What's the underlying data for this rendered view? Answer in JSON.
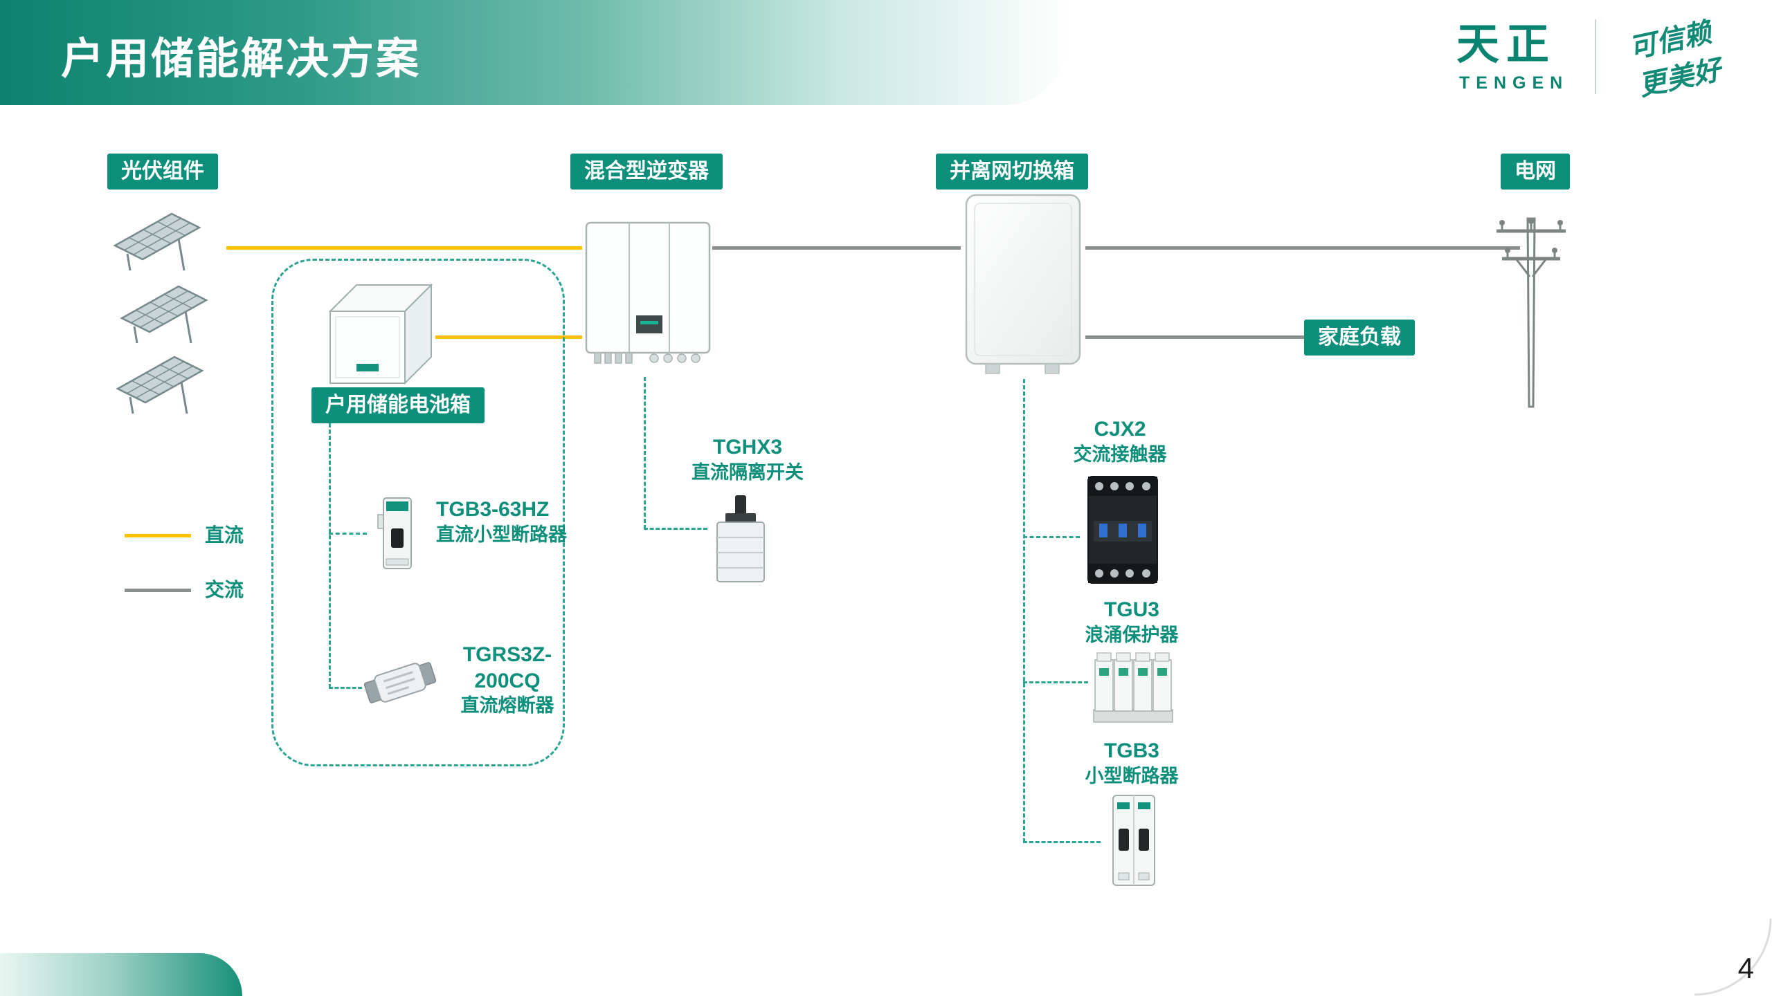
{
  "page": {
    "title": "户用储能解决方案",
    "number": "4"
  },
  "brand": {
    "logo_cn": "天正",
    "logo_en": "TENGEN",
    "slogan_line1": "可信赖",
    "slogan_line2": "更美好"
  },
  "colors": {
    "accent_teal": "#0E8F7B",
    "dc_line": "#FFC000",
    "ac_line": "#8A8F8F"
  },
  "labels": {
    "pv": "光伏组件",
    "battery_box": "户用储能电池箱",
    "inverter": "混合型逆变器",
    "switch_box": "并离网切换箱",
    "grid": "电网",
    "home_load": "家庭负载"
  },
  "legend": {
    "dc": "直流",
    "ac": "交流"
  },
  "products": {
    "tgb3_63hz": {
      "name": "TGB3-63HZ",
      "desc": "直流小型断路器"
    },
    "tgrs3z": {
      "name_line1": "TGRS3Z-",
      "name_line2": "200CQ",
      "desc": "直流熔断器"
    },
    "tghx3": {
      "name": "TGHX3",
      "desc": "直流隔离开关"
    },
    "cjx2": {
      "name": "CJX2",
      "desc": "交流接触器"
    },
    "tgu3": {
      "name": "TGU3",
      "desc": "浪涌保护器"
    },
    "tgb3": {
      "name": "TGB3",
      "desc": "小型断路器"
    }
  }
}
